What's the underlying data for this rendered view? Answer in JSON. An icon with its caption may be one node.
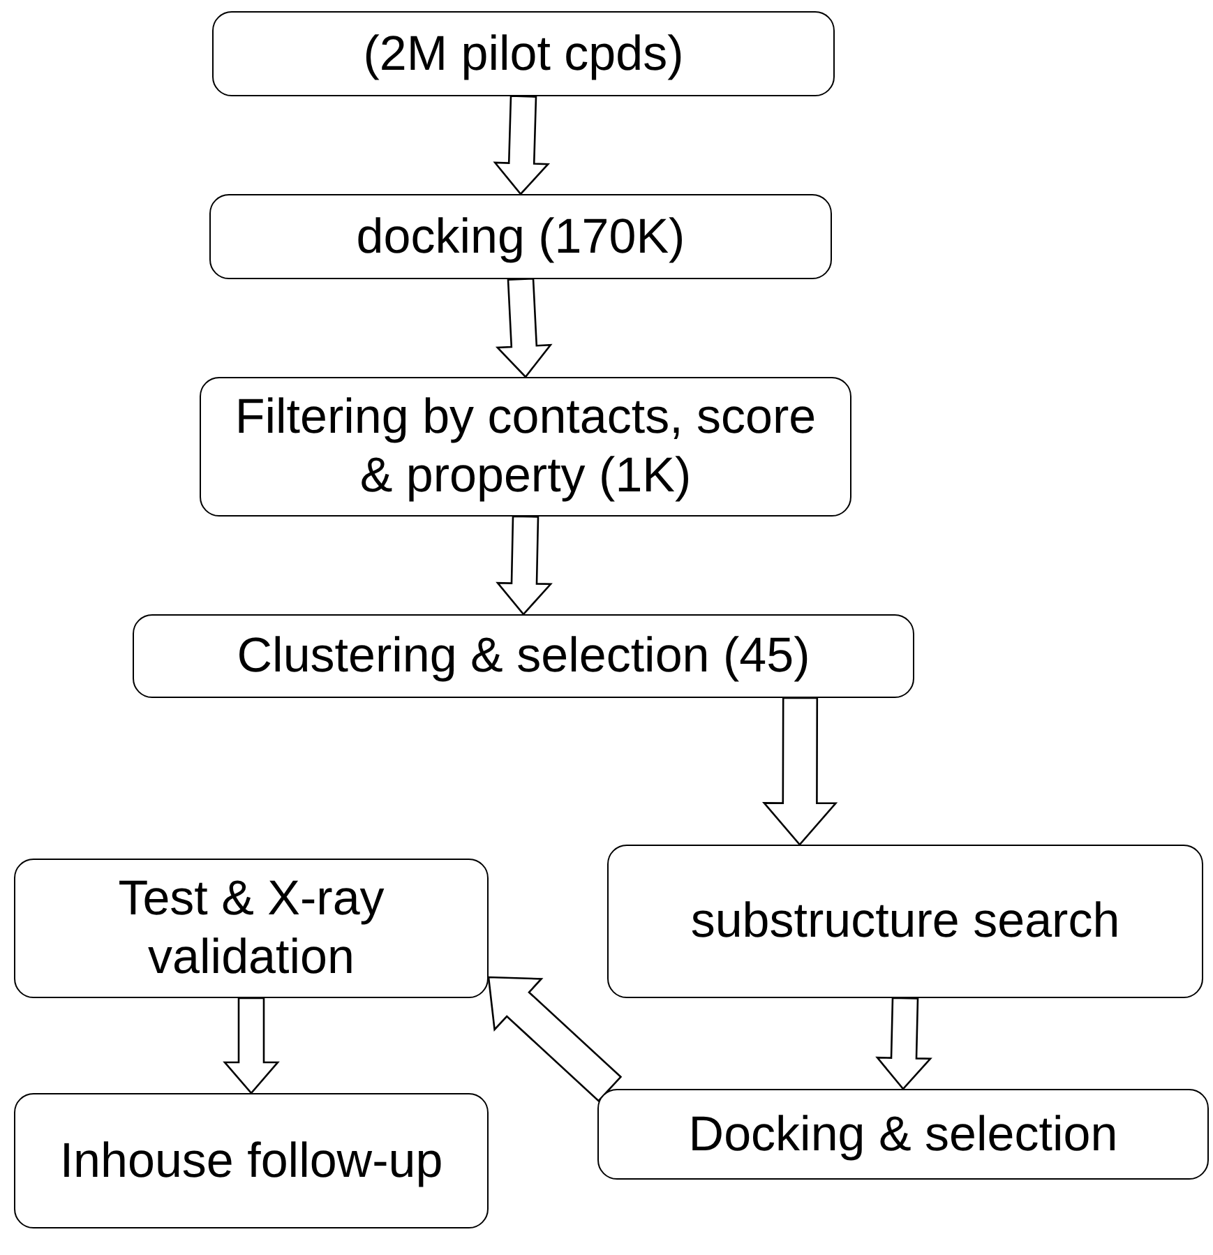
{
  "diagram": {
    "nodes": [
      {
        "text": [
          "(2M pilot cpds)"
        ]
      },
      {
        "text": [
          "docking (170K)"
        ]
      },
      {
        "text": [
          "Filtering by contacts, score & property (1K)"
        ]
      },
      {
        "text": [
          "Clustering & selection (45)"
        ]
      },
      {
        "text": [
          "Test & X-ray validation"
        ]
      },
      {
        "text": [
          "substructure search"
        ]
      },
      {
        "text": [
          "Inhouse follow-up"
        ]
      },
      {
        "text": [
          "Docking & selection"
        ]
      }
    ],
    "edges": [
      {
        "from": 0,
        "to": 1,
        "arrow": "to"
      },
      {
        "from": 1,
        "to": 2,
        "arrow": "to"
      },
      {
        "from": 2,
        "to": 3,
        "arrow": "to"
      },
      {
        "from": 3,
        "to": 5,
        "arrow": "to"
      },
      {
        "from": 5,
        "to": 7,
        "arrow": "to"
      },
      {
        "from": 7,
        "to": 4,
        "arrow": "to"
      },
      {
        "from": 4,
        "to": 6,
        "arrow": "to"
      }
    ]
  }
}
